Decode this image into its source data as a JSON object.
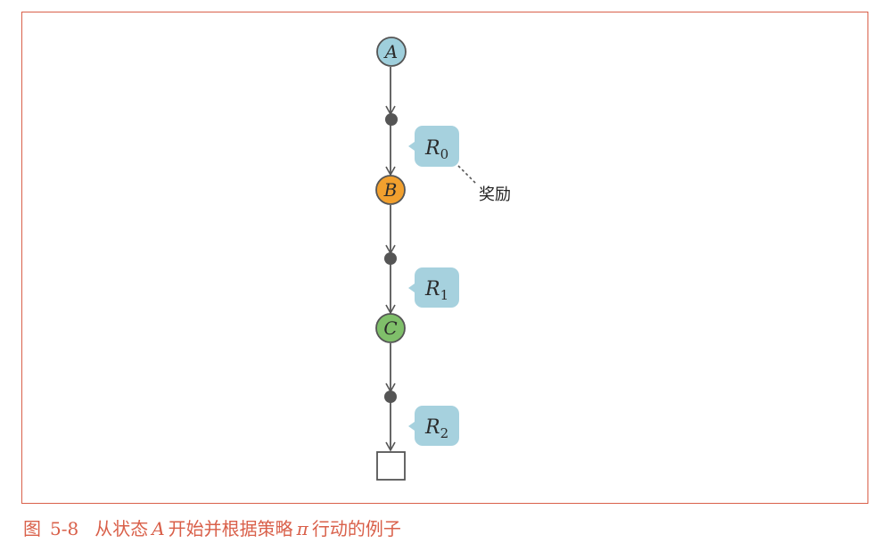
{
  "nodes": [
    {
      "id": "A",
      "label": "A",
      "kind": "state",
      "color": "#9fcfdc"
    },
    {
      "id": "a0",
      "label": "",
      "kind": "action",
      "color": "#555555"
    },
    {
      "id": "B",
      "label": "B",
      "kind": "state",
      "color": "#f2a02e"
    },
    {
      "id": "a1",
      "label": "",
      "kind": "action",
      "color": "#555555"
    },
    {
      "id": "C",
      "label": "C",
      "kind": "state",
      "color": "#7fbf6a"
    },
    {
      "id": "a2",
      "label": "",
      "kind": "action",
      "color": "#555555"
    },
    {
      "id": "T",
      "label": "",
      "kind": "terminal",
      "color": "#ffffff"
    }
  ],
  "rewards": [
    {
      "symbol": "R",
      "subscript": "0"
    },
    {
      "symbol": "R",
      "subscript": "1"
    },
    {
      "symbol": "R",
      "subscript": "2"
    }
  ],
  "reward_color": "#a6d1de",
  "annotation": {
    "text": "奖励"
  },
  "caption": {
    "prefix": "图",
    "number": "5-8",
    "text_before": "从状态",
    "state_var": "A",
    "text_middle": "开始并根据策略",
    "policy_var": "π",
    "text_after": "行动的例子"
  },
  "colors": {
    "frame": "#d9604a",
    "caption": "#d9604a",
    "edge": "#555555"
  }
}
